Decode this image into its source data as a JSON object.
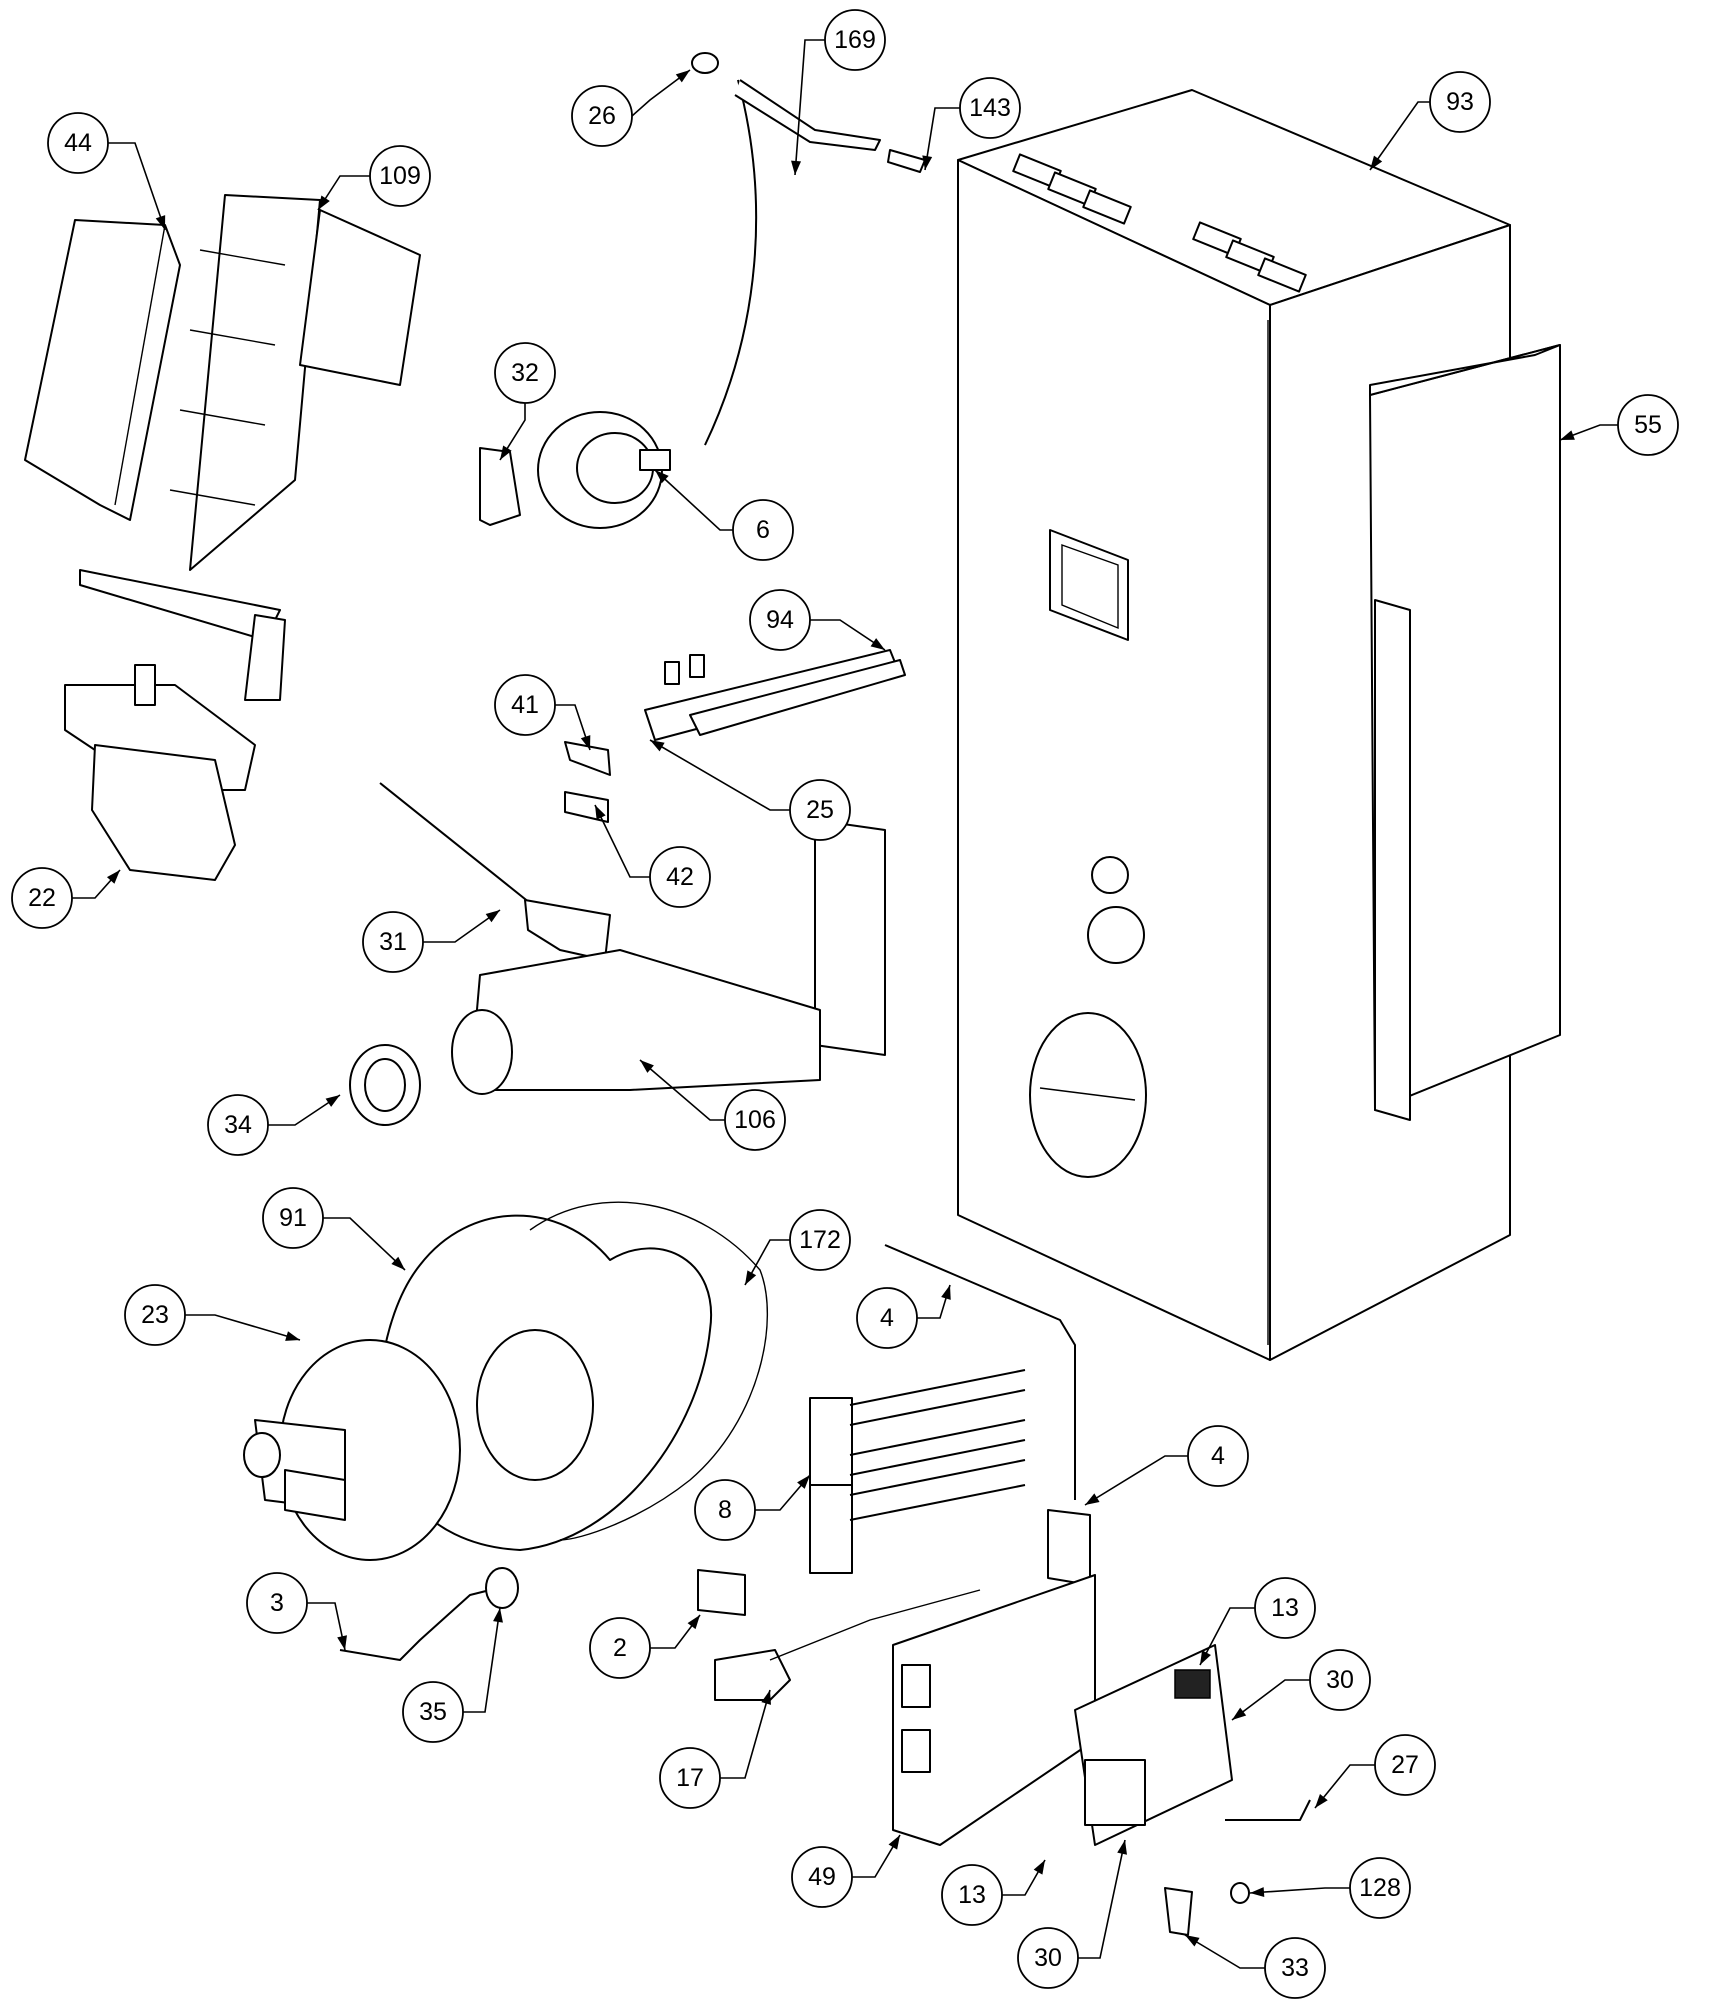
{
  "callouts": [
    {
      "id": "26"
    },
    {
      "id": "169"
    },
    {
      "id": "143"
    },
    {
      "id": "93"
    },
    {
      "id": "44"
    },
    {
      "id": "109"
    },
    {
      "id": "32"
    },
    {
      "id": "6"
    },
    {
      "id": "55"
    },
    {
      "id": "94"
    },
    {
      "id": "41"
    },
    {
      "id": "25"
    },
    {
      "id": "42"
    },
    {
      "id": "22"
    },
    {
      "id": "31"
    },
    {
      "id": "34"
    },
    {
      "id": "106"
    },
    {
      "id": "91"
    },
    {
      "id": "172"
    },
    {
      "id": "23"
    },
    {
      "id": "4"
    },
    {
      "id": "4"
    },
    {
      "id": "8"
    },
    {
      "id": "3"
    },
    {
      "id": "2"
    },
    {
      "id": "13"
    },
    {
      "id": "30"
    },
    {
      "id": "35"
    },
    {
      "id": "17"
    },
    {
      "id": "27"
    },
    {
      "id": "49"
    },
    {
      "id": "13"
    },
    {
      "id": "128"
    },
    {
      "id": "30"
    },
    {
      "id": "33"
    }
  ]
}
